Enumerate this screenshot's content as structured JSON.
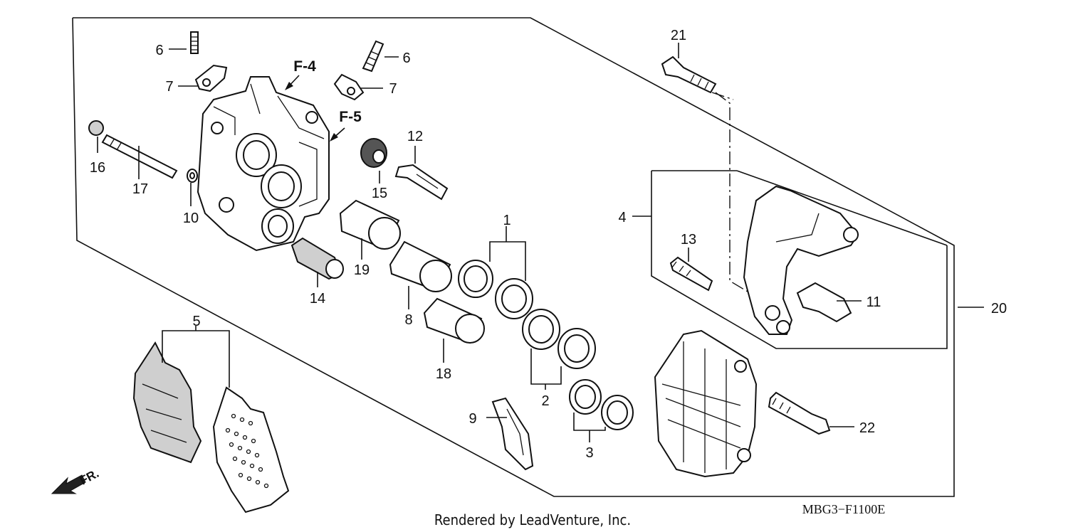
{
  "diagram": {
    "callouts": {
      "c1": "1",
      "c2": "2",
      "c3": "3",
      "c4": "4",
      "c5": "5",
      "c6a": "6",
      "c6b": "6",
      "c7a": "7",
      "c7b": "7",
      "c8": "8",
      "c9": "9",
      "c10": "10",
      "c11": "11",
      "c12": "12",
      "c13": "13",
      "c14": "14",
      "c15": "15",
      "c16": "16",
      "c17": "17",
      "c18": "18",
      "c19": "19",
      "c20": "20",
      "c21": "21",
      "c22": "22"
    },
    "refs": {
      "f4": "F-4",
      "f5": "F-5"
    },
    "front_label": "FR.",
    "diagram_code": "MBG3−F1100E",
    "credit": "Rendered by LeadVenture, Inc."
  }
}
